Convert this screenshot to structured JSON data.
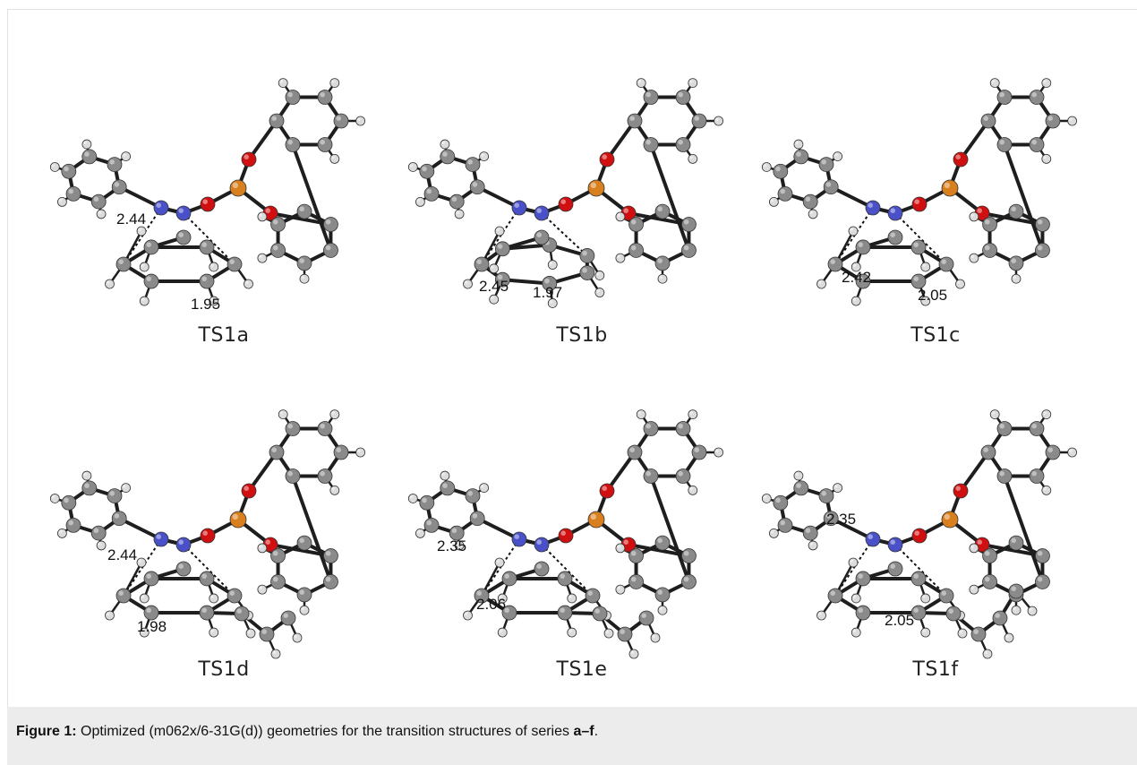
{
  "figure": {
    "caption_label": "Figure 1:",
    "caption_text": " Optimized (m062x/6-31G(d)) geometries for the transition structures of series ",
    "caption_series": "a–f",
    "caption_end": "."
  },
  "colors": {
    "carbon": "#8a8a8a",
    "hydrogen": "#dcdcdc",
    "nitrogen": "#4a50c8",
    "oxygen": "#d01010",
    "phosphorus": "#d9801e",
    "bond": "#1e1e1e"
  },
  "panels": [
    {
      "label": "TS1a",
      "d1": "2.44",
      "d2": "1.95"
    },
    {
      "label": "TS1b",
      "d1": "2.45",
      "d2": "1.97"
    },
    {
      "label": "TS1c",
      "d1": "2.42",
      "d2": "2.05"
    },
    {
      "label": "TS1d",
      "d1": "2.44",
      "d2": "1.98"
    },
    {
      "label": "TS1e",
      "d1": "2.35",
      "d2": "2.06"
    },
    {
      "label": "TS1f",
      "d1": "2.35",
      "d2": "2.05"
    }
  ]
}
